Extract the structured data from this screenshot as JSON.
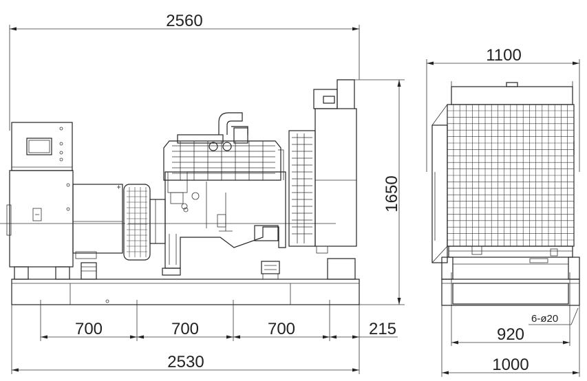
{
  "front_view": {
    "dims": {
      "overall_top": "2560",
      "height": "1650",
      "spacing_1": "700",
      "spacing_2": "700",
      "spacing_3": "700",
      "end_offset": "215",
      "base_length": "2530"
    }
  },
  "side_view": {
    "dims": {
      "top_width": "1100",
      "hole_note": "6-ø20",
      "hole_spacing": "920",
      "base_width": "1000"
    }
  },
  "colors": {
    "line": "#222222",
    "accent_mark": "#cc0000"
  }
}
